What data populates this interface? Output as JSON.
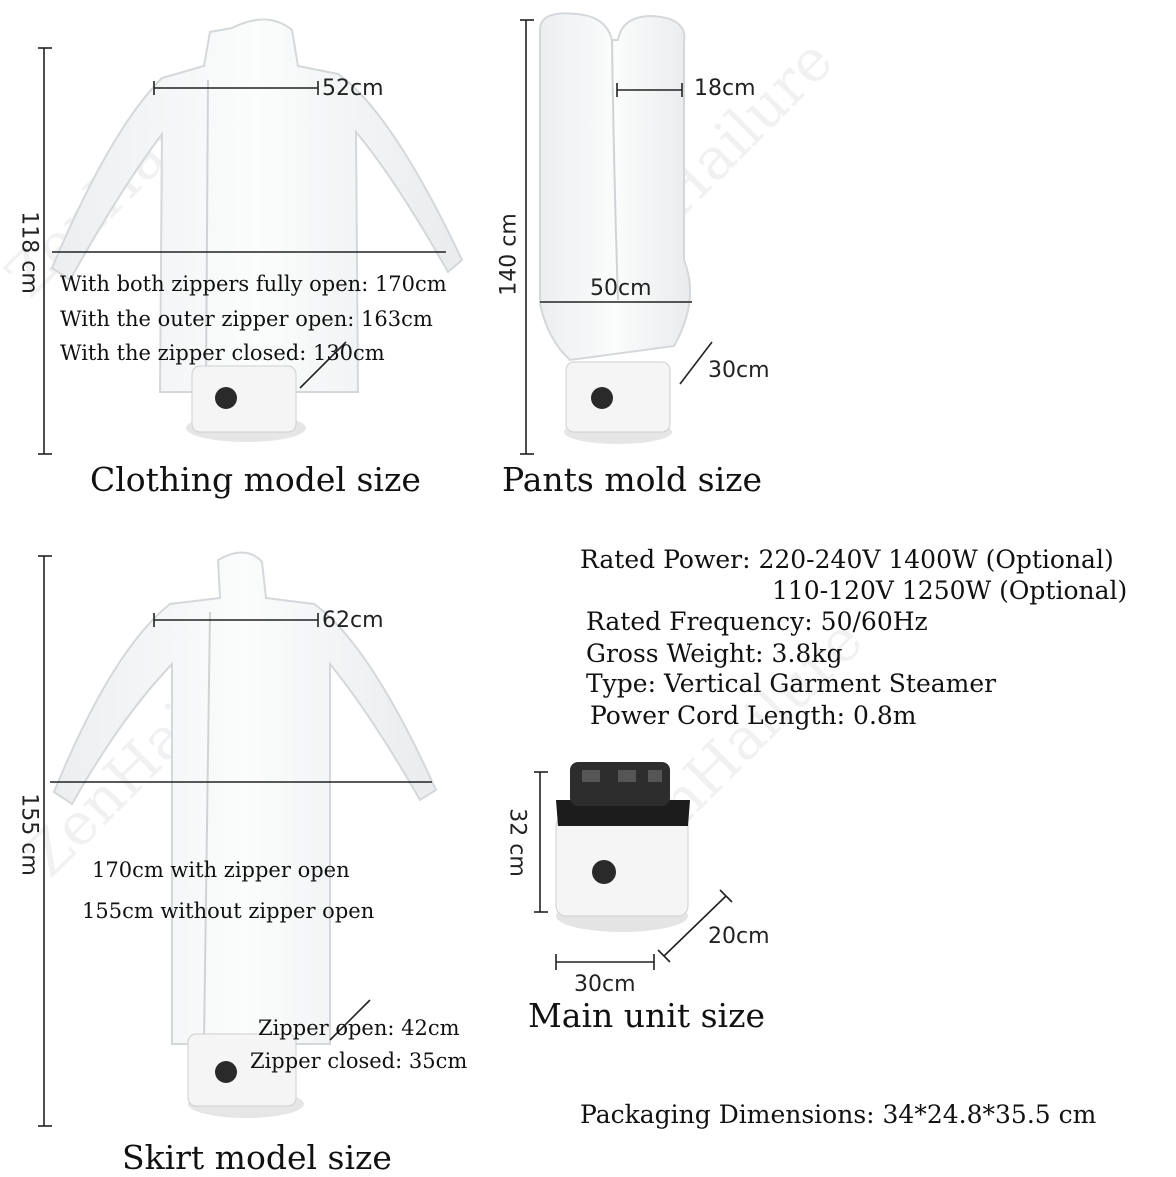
{
  "watermark": "ZenHailure",
  "colors": {
    "garment": "#f7f8f9",
    "outline": "#d7dadd",
    "unit_body": "#f4f4f4",
    "unit_top": "#2a2a2a",
    "base": "#e4e4e4",
    "line": "#222222"
  },
  "clothing_model": {
    "title": "Clothing model size",
    "width": "52cm",
    "height": "118 cm",
    "notes": [
      "With both zippers fully open: 170cm",
      "With the outer zipper open: 163cm",
      "With the zipper closed: 130cm"
    ]
  },
  "pants_mold": {
    "title": "Pants mold size",
    "leg_width": "18cm",
    "height": "140 cm",
    "width": "50cm",
    "depth": "30cm"
  },
  "skirt_model": {
    "title": "Skirt model size",
    "width": "62cm",
    "height": "155 cm",
    "notes": [
      "170cm with zipper open",
      "155cm without zipper open"
    ],
    "zipper_notes": [
      "Zipper open: 42cm",
      "Zipper closed: 35cm"
    ]
  },
  "main_unit": {
    "title": "Main unit size",
    "height": "32 cm",
    "depth": "20cm",
    "width": "30cm"
  },
  "specs": {
    "rated_power_1": "Rated Power: 220-240V 1400W (Optional)",
    "rated_power_2": "110-120V 1250W (Optional)",
    "rated_frequency": "Rated Frequency: 50/60Hz",
    "gross_weight": "Gross Weight: 3.8kg",
    "type": "Type: Vertical Garment Steamer",
    "power_cord": "Power Cord Length: 0.8m"
  },
  "packaging": "Packaging Dimensions: 34*24.8*35.5 cm"
}
